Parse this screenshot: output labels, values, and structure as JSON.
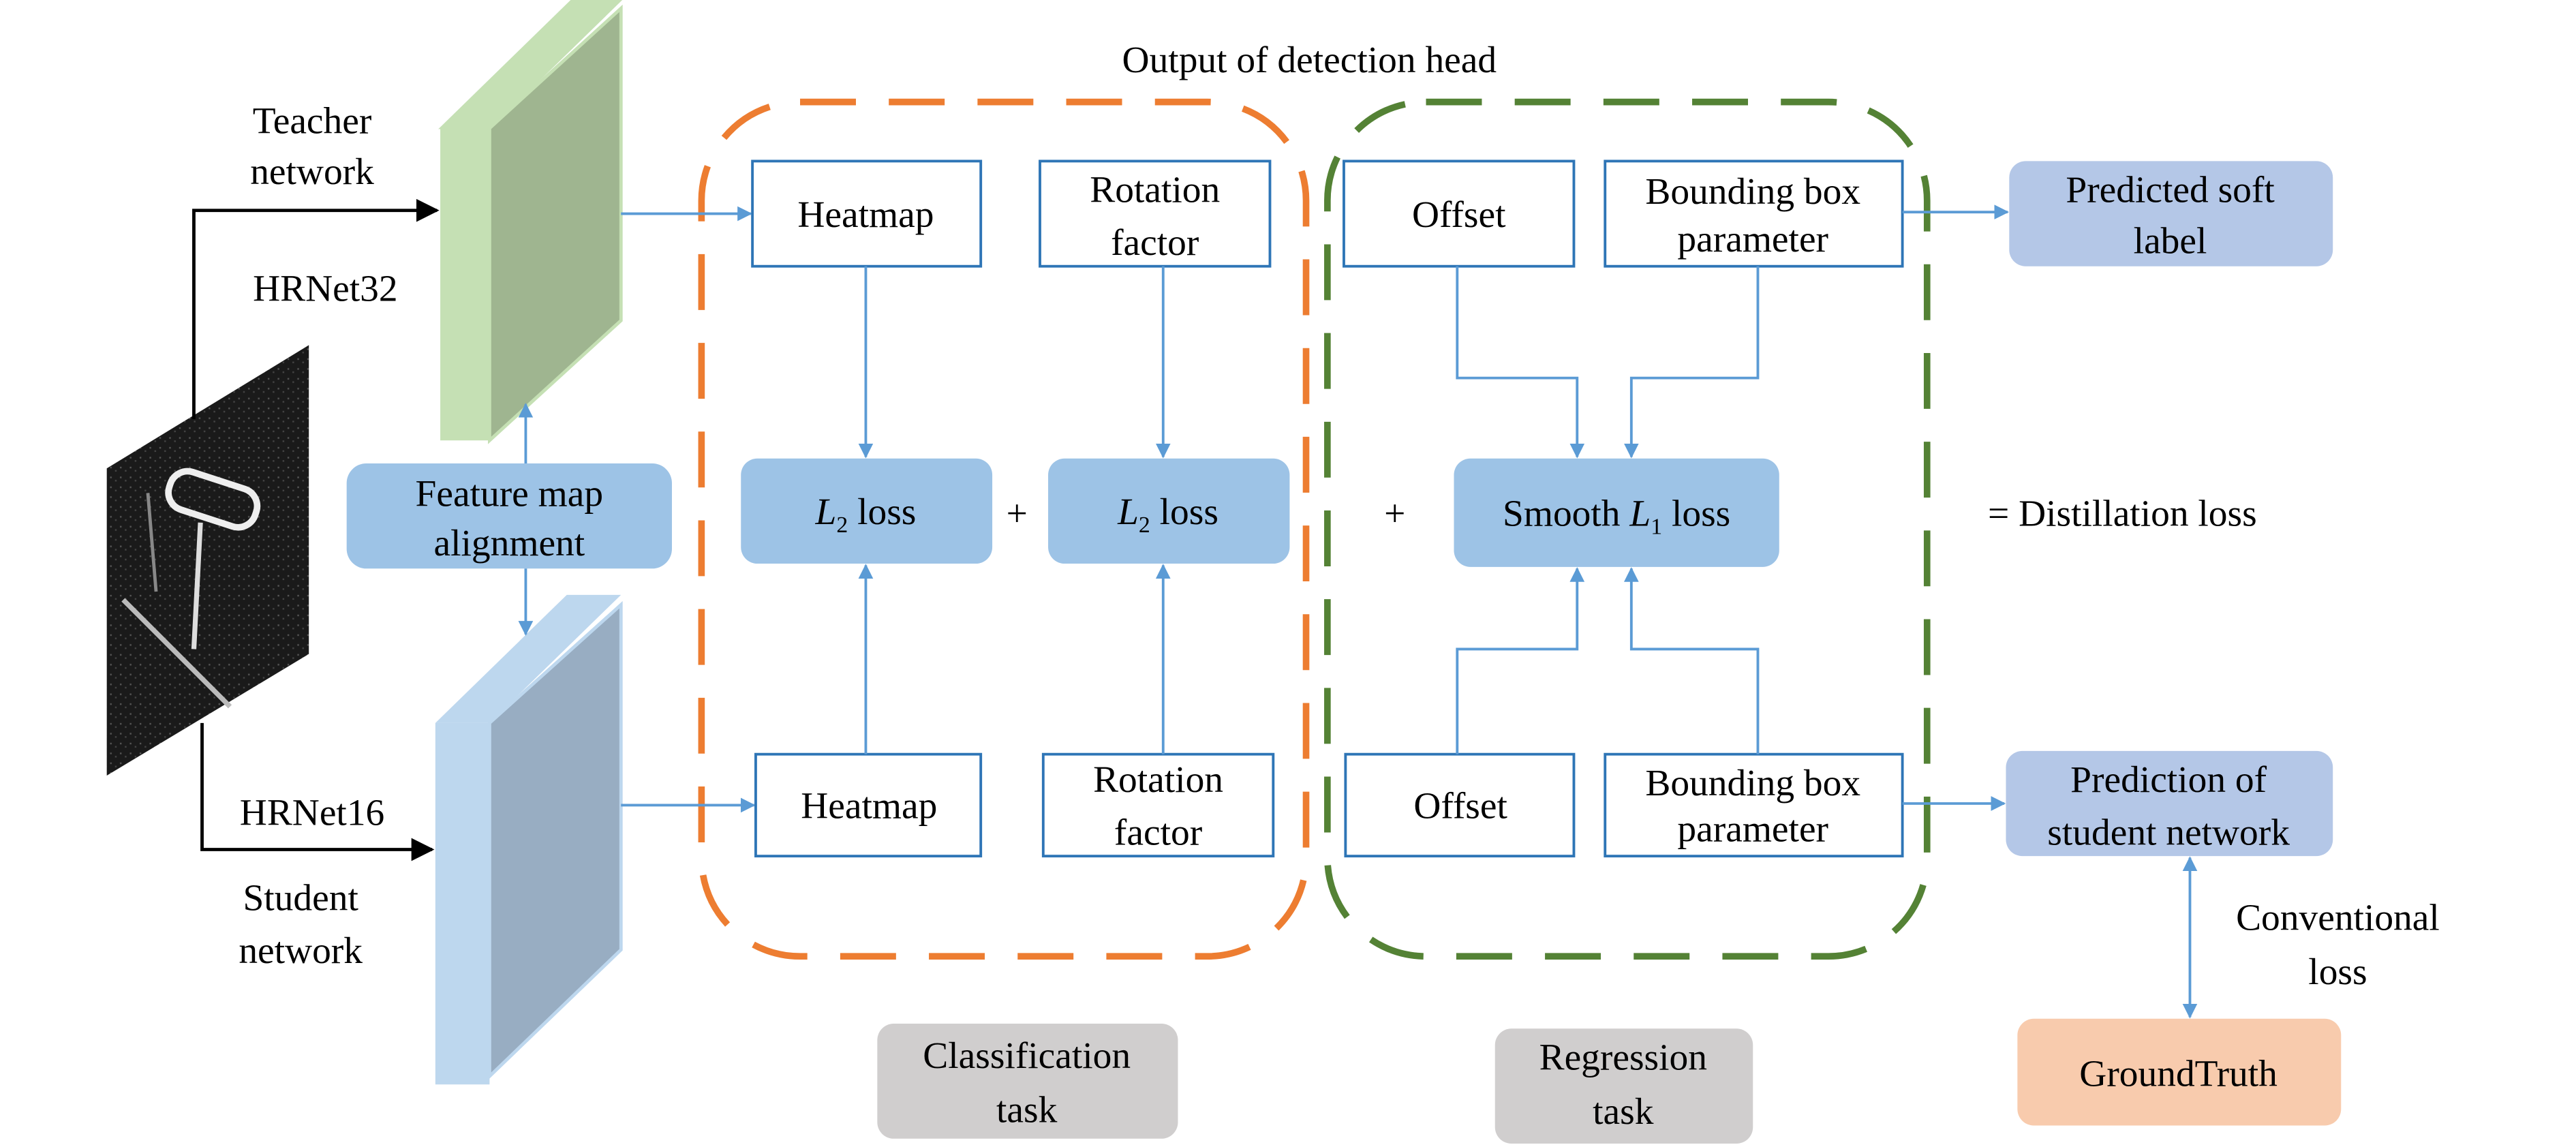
{
  "title": "Output of detection head",
  "teacher": {
    "label_line1": "Teacher",
    "label_line2": "network",
    "backbone": "HRNet32"
  },
  "student": {
    "label_line1": "Student",
    "label_line2": "network",
    "backbone": "HRNet16"
  },
  "alignment": {
    "line1": "Feature map",
    "line2": "alignment"
  },
  "teacher_outputs": {
    "heatmap": "Heatmap",
    "rotation_line1": "Rotation",
    "rotation_line2": "factor",
    "offset": "Offset",
    "bbox_line1": "Bounding box",
    "bbox_line2": "parameter"
  },
  "student_outputs": {
    "heatmap": "Heatmap",
    "rotation_line1": "Rotation",
    "rotation_line2": "factor",
    "offset": "Offset",
    "bbox_line1": "Bounding box",
    "bbox_line2": "parameter"
  },
  "losses": {
    "l2_symbol": "L",
    "l2_sub": "2",
    "l2_text": " loss",
    "smooth_prefix": "Smooth ",
    "l1_symbol": "L",
    "l1_sub": "1",
    "l1_text": " loss",
    "plus": "+",
    "result": "=  Distillation loss"
  },
  "right": {
    "soft_label_line1": "Predicted soft",
    "soft_label_line2": "label",
    "student_pred_line1": "Prediction of",
    "student_pred_line2": "student network",
    "conventional_line1": "Conventional",
    "conventional_line2": "loss",
    "ground_truth": "GroundTruth"
  },
  "tasks": {
    "classification_line1": "Classification",
    "classification_line2": "task",
    "regression_line1": "Regression",
    "regression_line2": "task"
  },
  "colors": {
    "classification_group": "#ed7d31",
    "regression_group": "#548235",
    "loss_box": "#9dc3e6",
    "ground_truth": "#f8cbad",
    "task_label": "#d0cece",
    "teacher_feature": "#c5e0b4",
    "student_feature": "#bdd7ee",
    "arrow": "#5b9bd5"
  }
}
